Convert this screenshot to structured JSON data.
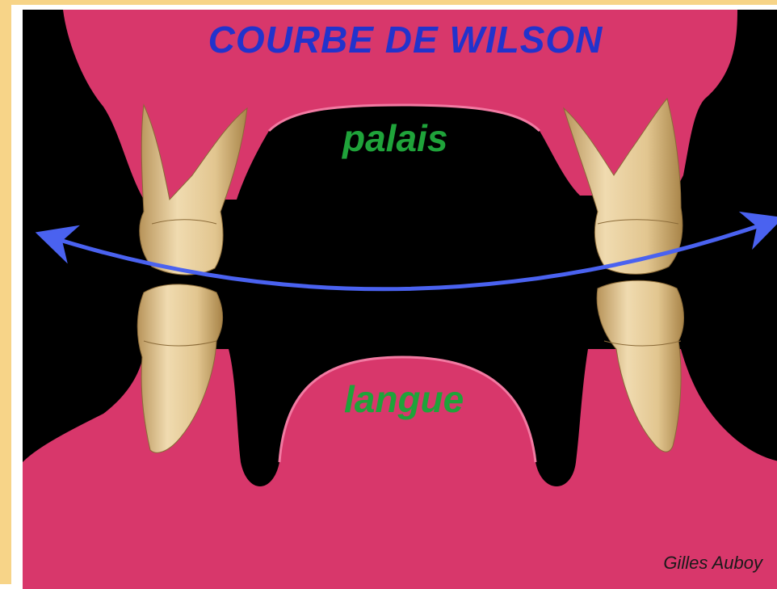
{
  "title": "COURBE DE WILSON",
  "labels": {
    "palais": "palais",
    "langue": "langue"
  },
  "credit": "Gilles Auboy",
  "colors": {
    "border": "#f7d488",
    "gum": "#d8376b",
    "background": "#000000",
    "tooth": "#e9d1a0",
    "curve": "#4a62f0",
    "title": "#2233cc",
    "label": "#1fa33a",
    "credit": "#1a1a1a"
  },
  "icons": {
    "curve": "double-headed-curved-arrow-icon"
  }
}
